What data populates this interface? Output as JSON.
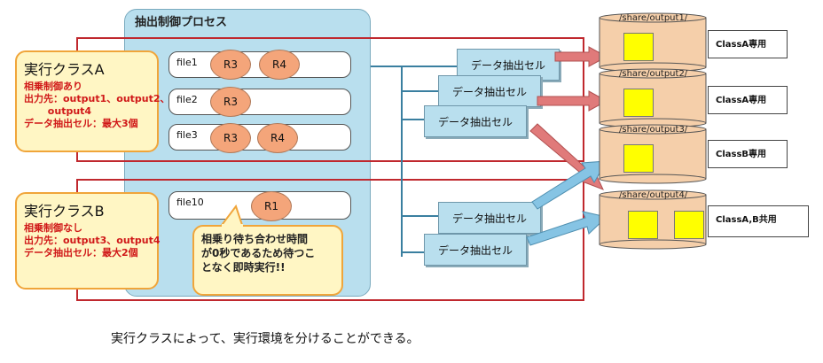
{
  "process": {
    "title": "抽出制御プロセス"
  },
  "classes": [
    {
      "title": "実行クラスA",
      "lines": [
        "相乗制御あり",
        "出力先：output1、output2、",
        "       output4",
        "データ抽出セル：最大3個"
      ]
    },
    {
      "title": "実行クラスB",
      "lines": [
        "相乗制御なし",
        "出力先：output3、output4",
        "データ抽出セル：最大2個"
      ]
    }
  ],
  "files": [
    {
      "label": "file1",
      "resources": [
        "R3",
        "R4"
      ]
    },
    {
      "label": "file2",
      "resources": [
        "R3"
      ]
    },
    {
      "label": "file3",
      "resources": [
        "R3",
        "R4"
      ]
    },
    {
      "label": "file10",
      "resources": [
        "R1"
      ]
    }
  ],
  "callout": {
    "text": "相乗り待ち合わせ時間\nが0秒であるため待つこ\nとなく即時実行!!"
  },
  "cells": {
    "label": "データ抽出セル"
  },
  "outputs": [
    {
      "path": "/share/output1/",
      "label": "ClassA専用"
    },
    {
      "path": "/share/output2/",
      "label": "ClassA専用"
    },
    {
      "path": "/share/output3/",
      "label": "ClassB専用"
    },
    {
      "path": "/share/output4/",
      "label": "ClassA,B共用"
    }
  ],
  "caption": "実行クラスによって、実行環境を分けることができる。",
  "colors": {
    "process_fill": "#b9dfee",
    "class_fill": "#fff6c4",
    "class_border": "#f0a53a",
    "frame_red": "#c0282e",
    "resource_fill": "#f4a57a",
    "red_arrow": "#e07a7a",
    "blue_arrow": "#86c4e4",
    "note_yellow": "#ffff00"
  }
}
